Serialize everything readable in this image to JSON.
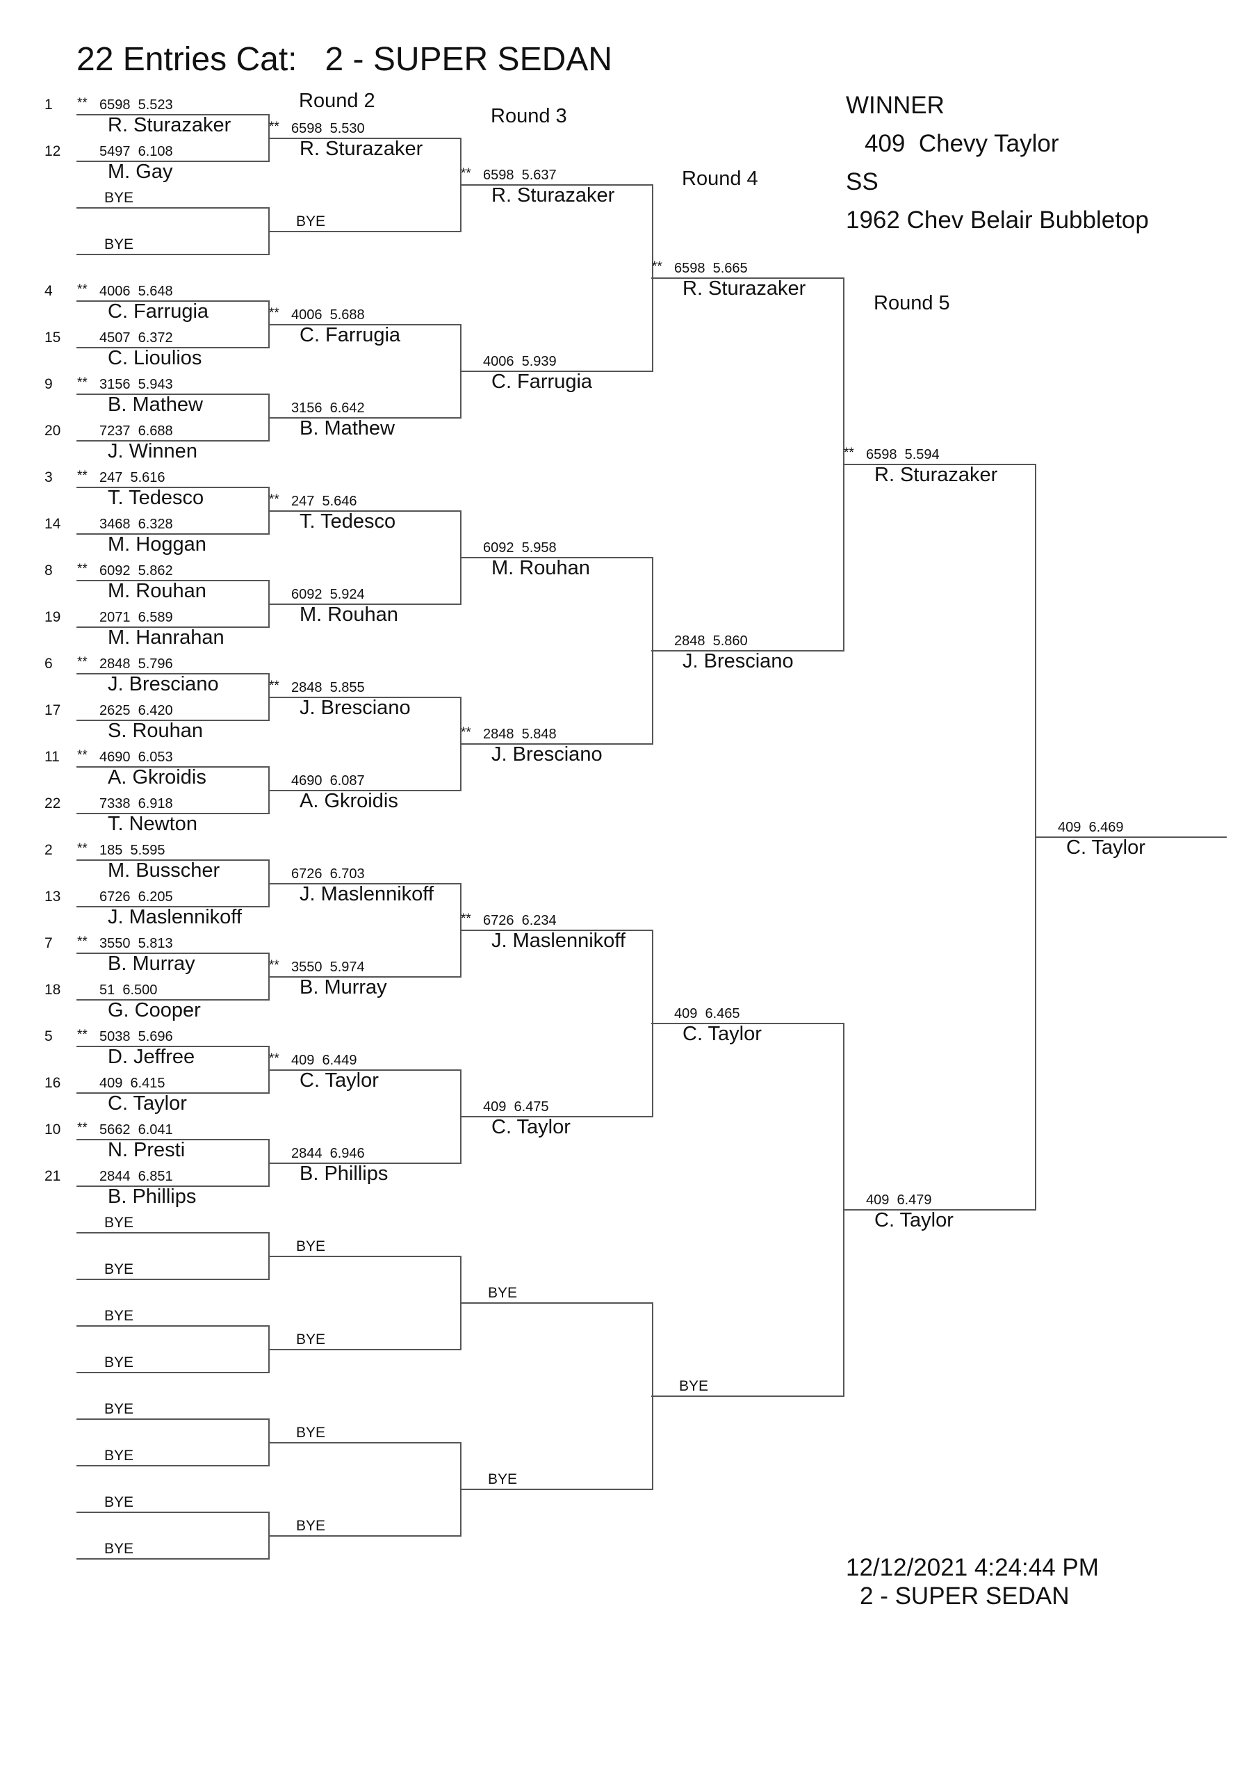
{
  "title": "22 Entries Cat:   2 - SUPER SEDAN",
  "round_headers": [
    "Round 2",
    "Round 3",
    "Round 4",
    "Round 5"
  ],
  "winner_block": {
    "label": "WINNER",
    "entry": "409  Chevy Taylor",
    "class": "SS",
    "car": "1962 Chev Belair Bubbletop"
  },
  "footer": {
    "timestamp": "12/12/2021 4:24:44 PM",
    "category": "2 - SUPER SEDAN"
  },
  "round1": [
    {
      "seed": "1",
      "star": "**",
      "info": "6598  5.523",
      "name": "R. Sturazaker"
    },
    {
      "seed": "12",
      "star": "",
      "info": "5497  6.108",
      "name": "M. Gay"
    },
    {
      "bye": "BYE"
    },
    {
      "bye": "BYE"
    },
    {
      "seed": "4",
      "star": "**",
      "info": "4006  5.648",
      "name": "C. Farrugia"
    },
    {
      "seed": "15",
      "star": "",
      "info": "4507  6.372",
      "name": "C. Lioulios"
    },
    {
      "seed": "9",
      "star": "**",
      "info": "3156  5.943",
      "name": "B. Mathew"
    },
    {
      "seed": "20",
      "star": "",
      "info": "7237  6.688",
      "name": "J. Winnen"
    },
    {
      "seed": "3",
      "star": "**",
      "info": "247  5.616",
      "name": "T. Tedesco"
    },
    {
      "seed": "14",
      "star": "",
      "info": "3468  6.328",
      "name": "M. Hoggan"
    },
    {
      "seed": "8",
      "star": "**",
      "info": "6092  5.862",
      "name": "M. Rouhan"
    },
    {
      "seed": "19",
      "star": "",
      "info": "2071  6.589",
      "name": "M. Hanrahan"
    },
    {
      "seed": "6",
      "star": "**",
      "info": "2848  5.796",
      "name": "J. Bresciano"
    },
    {
      "seed": "17",
      "star": "",
      "info": "2625  6.420",
      "name": "S. Rouhan"
    },
    {
      "seed": "11",
      "star": "**",
      "info": "4690  6.053",
      "name": "A. Gkroidis"
    },
    {
      "seed": "22",
      "star": "",
      "info": "7338  6.918",
      "name": "T. Newton"
    },
    {
      "seed": "2",
      "star": "**",
      "info": "185  5.595",
      "name": "M. Busscher"
    },
    {
      "seed": "13",
      "star": "",
      "info": "6726  6.205",
      "name": "J. Maslennikoff"
    },
    {
      "seed": "7",
      "star": "**",
      "info": "3550  5.813",
      "name": "B. Murray"
    },
    {
      "seed": "18",
      "star": "",
      "info": "51  6.500",
      "name": "G. Cooper"
    },
    {
      "seed": "5",
      "star": "**",
      "info": "5038  5.696",
      "name": "D. Jeffree"
    },
    {
      "seed": "16",
      "star": "",
      "info": "409  6.415",
      "name": "C. Taylor"
    },
    {
      "seed": "10",
      "star": "**",
      "info": "5662  6.041",
      "name": "N. Presti"
    },
    {
      "seed": "21",
      "star": "",
      "info": "2844  6.851",
      "name": "B. Phillips"
    },
    {
      "bye": "BYE"
    },
    {
      "bye": "BYE"
    },
    {
      "bye": "BYE"
    },
    {
      "bye": "BYE"
    },
    {
      "bye": "BYE"
    },
    {
      "bye": "BYE"
    },
    {
      "bye": "BYE"
    },
    {
      "bye": "BYE"
    }
  ],
  "round2": [
    {
      "star": "**",
      "info": "6598  5.530",
      "name": "R. Sturazaker"
    },
    {
      "bye": "BYE"
    },
    {
      "star": "**",
      "info": "4006  5.688",
      "name": "C. Farrugia"
    },
    {
      "star": "",
      "info": "3156  6.642",
      "name": "B. Mathew"
    },
    {
      "star": "**",
      "info": "247  5.646",
      "name": "T. Tedesco"
    },
    {
      "star": "",
      "info": "6092  5.924",
      "name": "M. Rouhan"
    },
    {
      "star": "**",
      "info": "2848  5.855",
      "name": "J. Bresciano"
    },
    {
      "star": "",
      "info": "4690  6.087",
      "name": "A. Gkroidis"
    },
    {
      "star": "",
      "info": "6726  6.703",
      "name": "J. Maslennikoff"
    },
    {
      "star": "**",
      "info": "3550  5.974",
      "name": "B. Murray"
    },
    {
      "star": "**",
      "info": "409  6.449",
      "name": "C. Taylor"
    },
    {
      "star": "",
      "info": "2844  6.946",
      "name": "B. Phillips"
    },
    {
      "bye": "BYE"
    },
    {
      "bye": "BYE"
    },
    {
      "bye": "BYE"
    },
    {
      "bye": "BYE"
    }
  ],
  "round3": [
    {
      "star": "**",
      "info": "6598  5.637",
      "name": "R. Sturazaker"
    },
    {
      "star": "",
      "info": "4006  5.939",
      "name": "C. Farrugia"
    },
    {
      "star": "",
      "info": "6092  5.958",
      "name": "M. Rouhan"
    },
    {
      "star": "**",
      "info": "2848  5.848",
      "name": "J. Bresciano"
    },
    {
      "star": "**",
      "info": "6726  6.234",
      "name": "J. Maslennikoff"
    },
    {
      "star": "",
      "info": "409  6.475",
      "name": "C. Taylor"
    },
    {
      "bye": "BYE"
    },
    {
      "bye": "BYE"
    }
  ],
  "round4": [
    {
      "star": "**",
      "info": "6598  5.665",
      "name": "R. Sturazaker"
    },
    {
      "star": "",
      "info": "2848  5.860",
      "name": "J. Bresciano"
    },
    {
      "star": "",
      "info": "409  6.465",
      "name": "C. Taylor"
    },
    {
      "bye": "BYE"
    }
  ],
  "round5": [
    {
      "star": "**",
      "info": "6598  5.594",
      "name": "R. Sturazaker"
    },
    {
      "star": "",
      "info": "409  6.479",
      "name": "C. Taylor"
    }
  ],
  "final": [
    {
      "star": "",
      "info": "409  6.469",
      "name": "C. Taylor"
    }
  ]
}
